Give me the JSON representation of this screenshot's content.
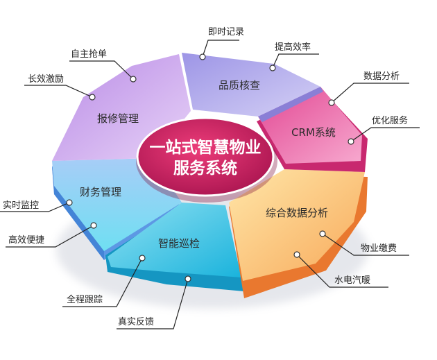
{
  "hub": {
    "line1": "一站式智慧物业",
    "line2": "服务系统"
  },
  "segments": [
    {
      "label": "报修管理",
      "color": "#c9a3ec"
    },
    {
      "label": "品质核查",
      "color": "#b7b0ea"
    },
    {
      "label": "CRM系统",
      "color": "#f06fae"
    },
    {
      "label": "综合数据分析",
      "color": "#fbd57c"
    },
    {
      "label": "智能巡检",
      "color": "#48c7e6"
    },
    {
      "label": "财务管理",
      "color": "#7fb6f2"
    }
  ],
  "callouts": [
    {
      "text": "即时记录"
    },
    {
      "text": "提高效率"
    },
    {
      "text": "数据分析"
    },
    {
      "text": "优化服务"
    },
    {
      "text": "物业缴费"
    },
    {
      "text": "水电汽暖"
    },
    {
      "text": "真实反馈"
    },
    {
      "text": "全程跟踪"
    },
    {
      "text": "高效便捷"
    },
    {
      "text": "实时监控"
    },
    {
      "text": "长效激励"
    },
    {
      "text": "自主抢单"
    }
  ]
}
